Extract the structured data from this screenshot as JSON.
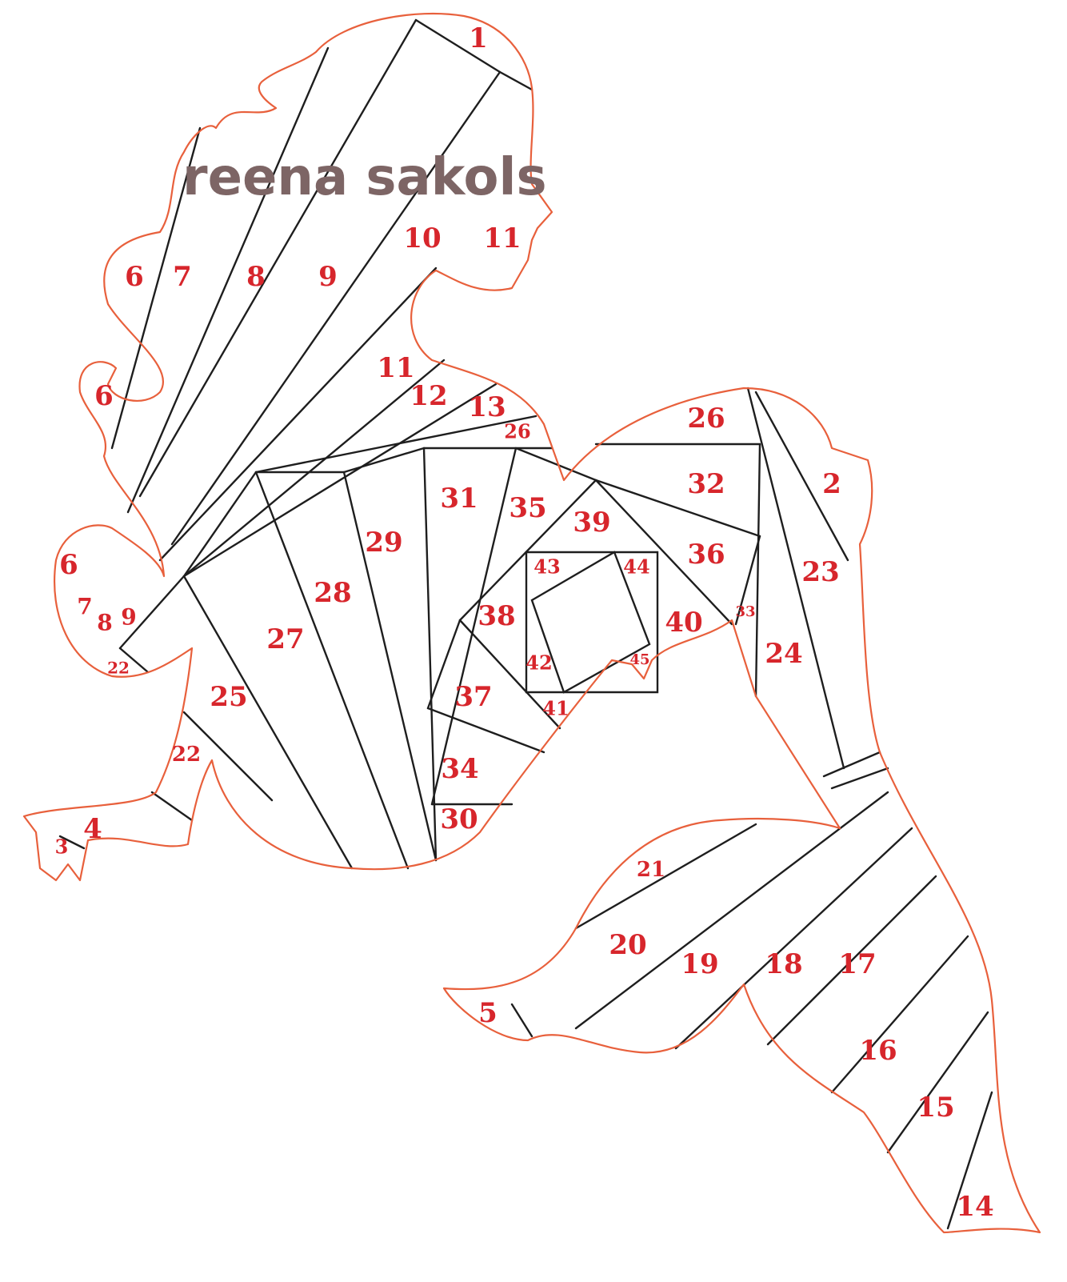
{
  "title": "reena sakols",
  "colors": {
    "outline": "#e8603c",
    "numbers": "#d7262c",
    "fold_lines": "#1e1e1e",
    "title": "#7d6565"
  },
  "labels": [
    "1",
    "10",
    "11",
    "6",
    "7",
    "8",
    "9",
    "11",
    "6",
    "12",
    "13",
    "26",
    "26",
    "2",
    "32",
    "31",
    "35",
    "39",
    "29",
    "36",
    "23",
    "6",
    "43",
    "44",
    "28",
    "38",
    "40",
    "33",
    "7",
    "8",
    "9",
    "27",
    "24",
    "42",
    "45",
    "22",
    "25",
    "37",
    "41",
    "22",
    "34",
    "4",
    "30",
    "3",
    "21",
    "20",
    "19",
    "18",
    "17",
    "5",
    "16",
    "15",
    "14"
  ]
}
